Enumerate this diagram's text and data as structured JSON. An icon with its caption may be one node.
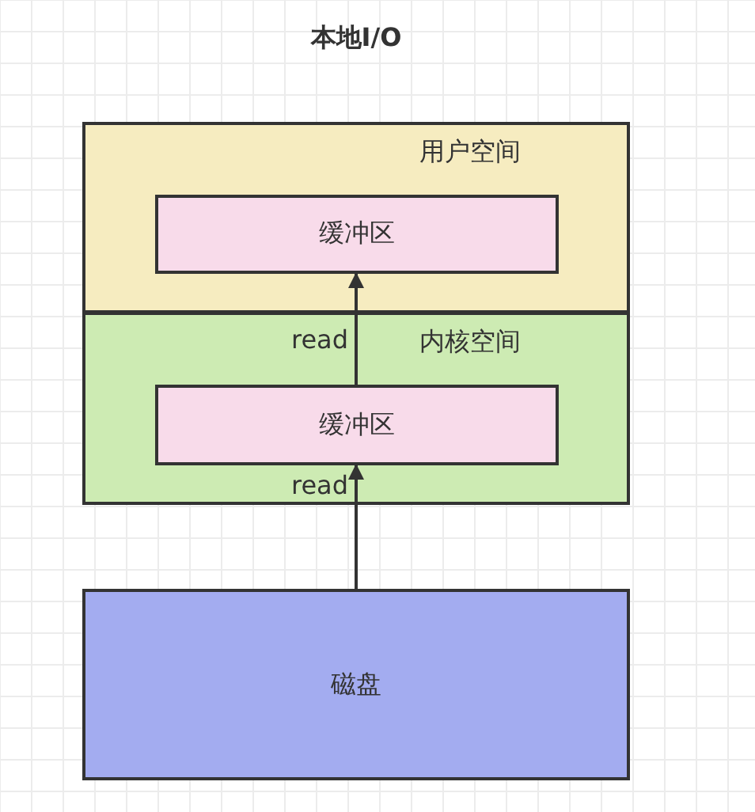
{
  "diagram": {
    "title": "本地I/O",
    "nodes": [
      {
        "text": [
          "用户空间"
        ]
      },
      {
        "text": [
          "缓冲区"
        ],
        "in": 0
      },
      {
        "text": [
          "内核空间"
        ]
      },
      {
        "text": [
          "缓冲区"
        ],
        "in": 2
      },
      {
        "text": [
          "磁盘"
        ]
      }
    ],
    "edges": [
      {
        "from": 3,
        "to": 1,
        "arrow": "to",
        "label": "read"
      },
      {
        "from": 4,
        "to": 3,
        "arrow": "to",
        "label": "read"
      }
    ]
  }
}
